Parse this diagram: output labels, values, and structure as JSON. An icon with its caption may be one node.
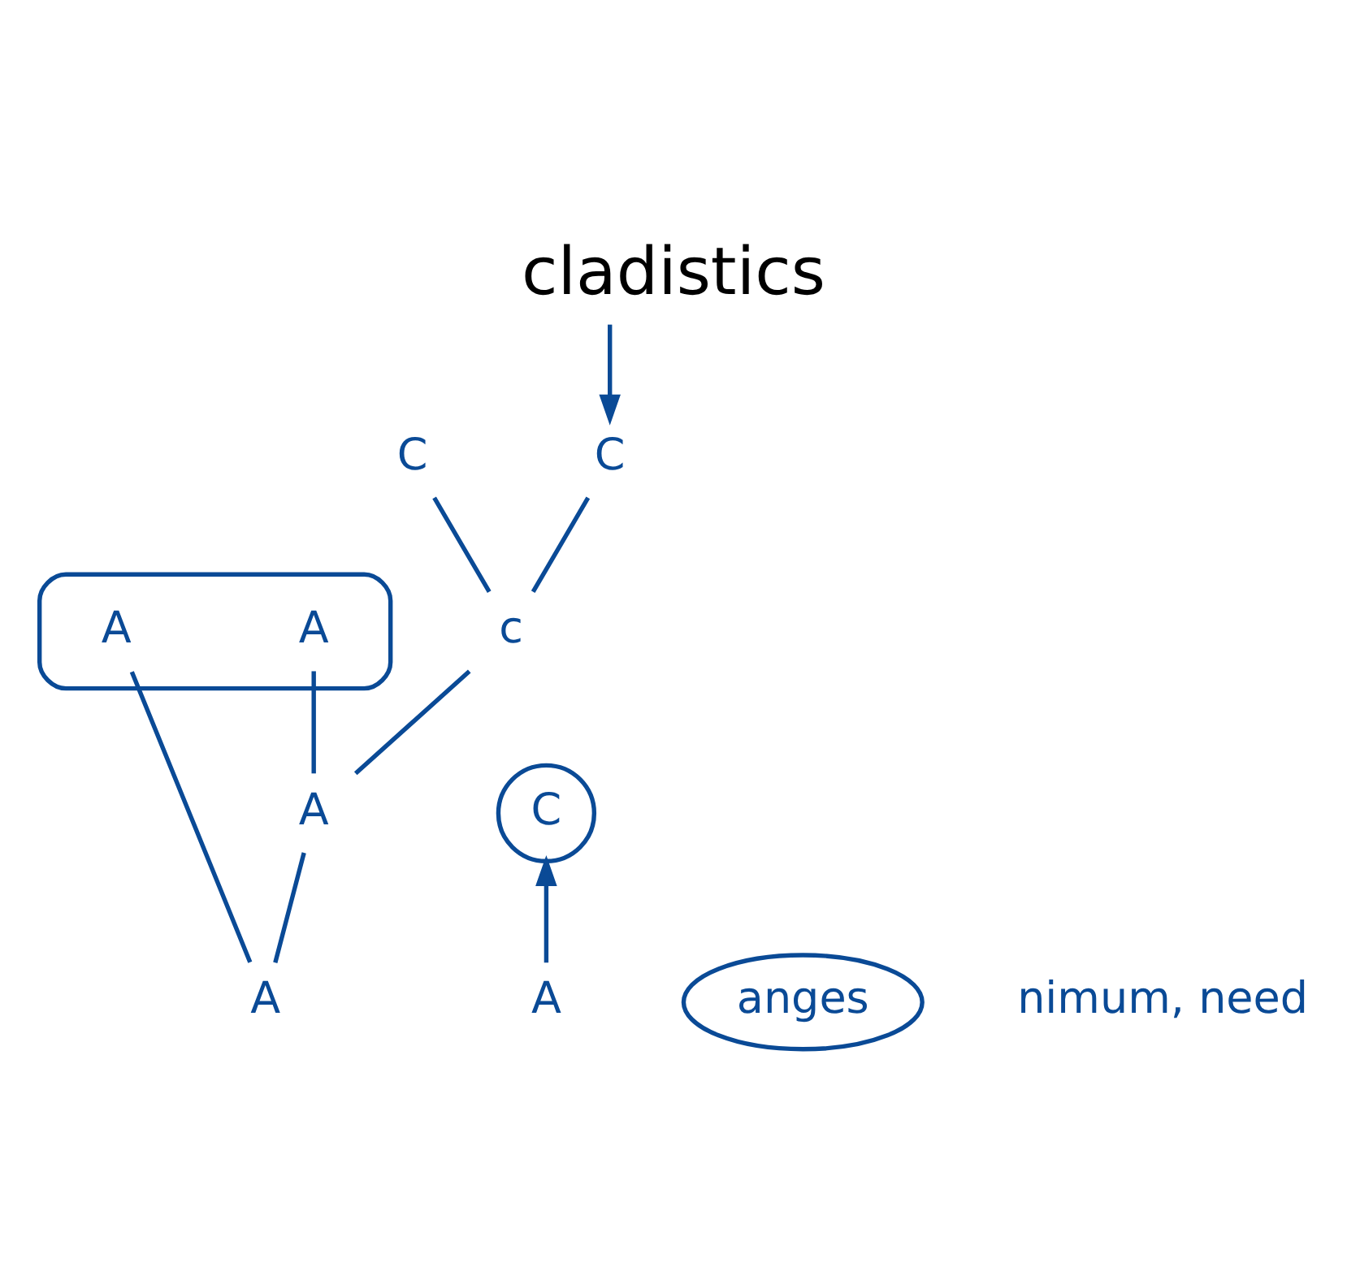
{
  "diagram": {
    "title": "cladistics",
    "nodes": [
      {
        "text": [],
        "shape": "ellipse"
      },
      {
        "text": [
          "A"
        ],
        "in": 0
      },
      {
        "text": [
          "A"
        ],
        "in": 0
      },
      {
        "text": [
          "C"
        ]
      },
      {
        "text": [
          "C"
        ]
      },
      {
        "text": [
          "c"
        ]
      },
      {
        "text": [
          "A"
        ]
      },
      {
        "text": [
          "C"
        ]
      },
      {
        "text": [
          "A"
        ]
      },
      {
        "text": [
          "A"
        ]
      },
      {
        "text": [
          "anges"
        ]
      }
    ],
    "edges": [
      {
        "from": 9,
        "to": 1,
        "arrow": "none"
      },
      {
        "from": 9,
        "to": 8,
        "arrow": "none"
      },
      {
        "from": 8,
        "to": 2,
        "arrow": "none"
      },
      {
        "from": 8,
        "to": 5,
        "arrow": "none"
      },
      {
        "from": 5,
        "to": 3,
        "arrow": "none"
      },
      {
        "from": 5,
        "to": 4,
        "arrow": "none"
      },
      {
        "from": 6,
        "to": 7,
        "arrow": "to"
      },
      {
        "from": null,
        "to": 4,
        "arrow": "to"
      }
    ],
    "labels": [
      "nimum, need"
    ]
  }
}
